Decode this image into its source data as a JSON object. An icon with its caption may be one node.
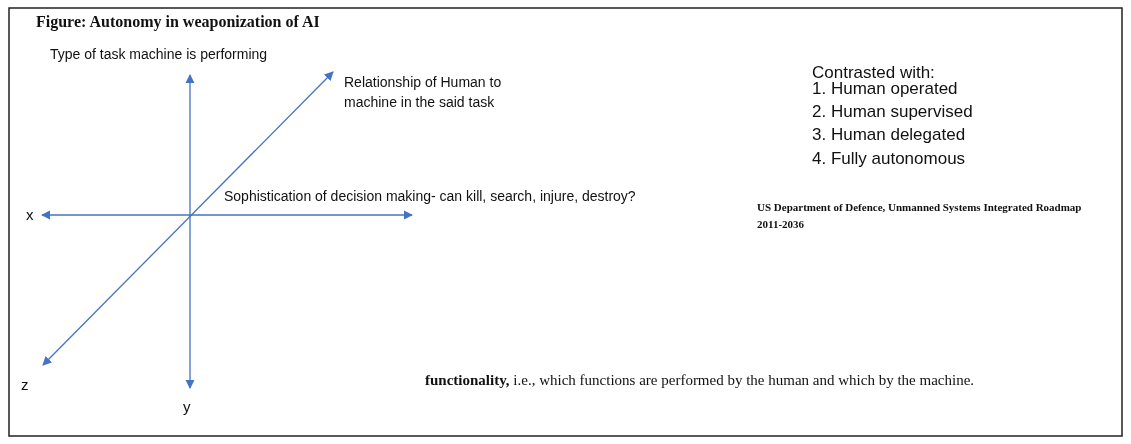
{
  "diagram": {
    "title": "Figure: Autonomy in weaponization of AI",
    "labels": [
      "Type of task machine is performing",
      "Contrasted with:",
      "Relationship of Human to machine in the said task",
      "1. Human operated",
      "2. Human supervised",
      "3. Human delegated",
      "4. Fully autonomous",
      "Sophistication of decision making- can kill, search, injure, destroy?",
      "US Department of Defence, Unmanned Systems Integrated Roadmap 2011-2036",
      "x",
      "z",
      "y",
      "**functionality,** i.e., which functions are performed by the human and which by the machine."
    ]
  }
}
